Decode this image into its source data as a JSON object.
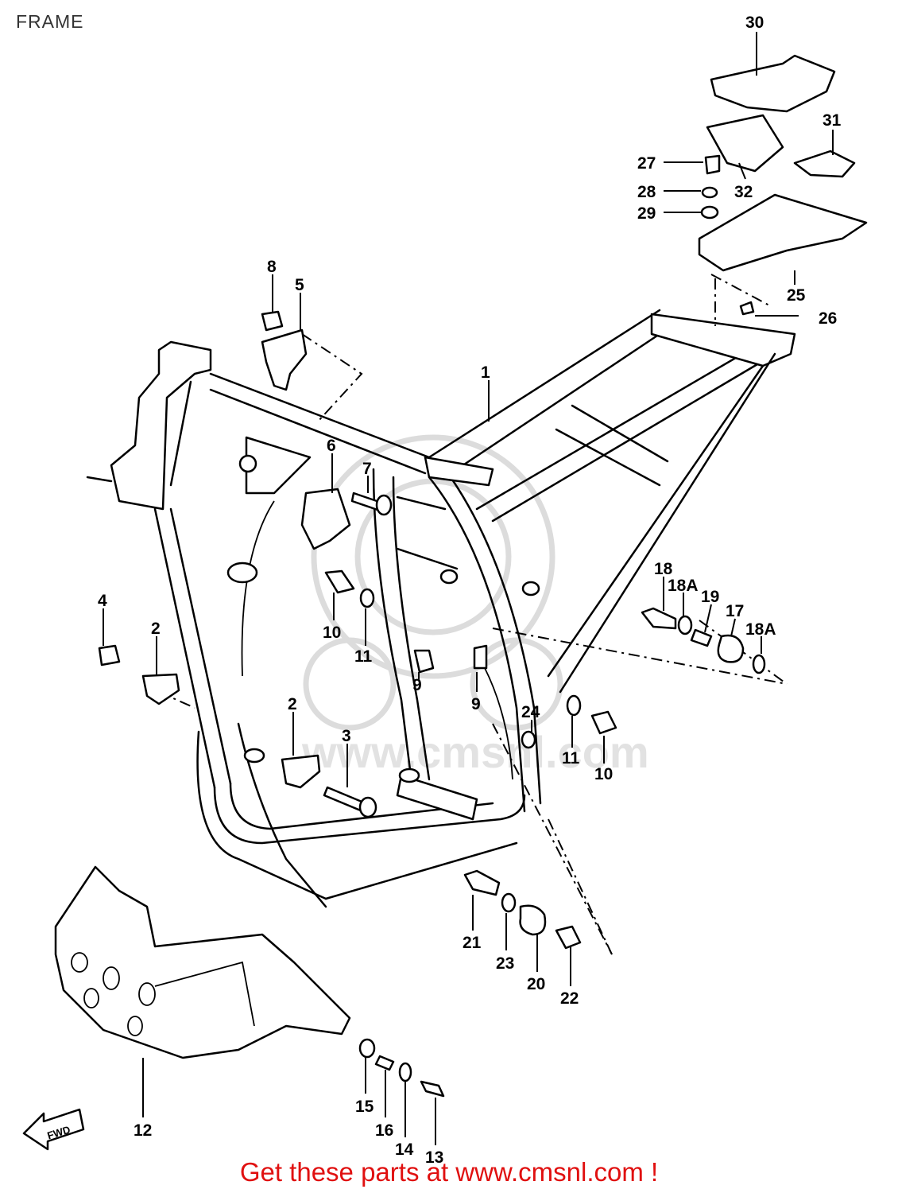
{
  "title": "FRAME",
  "watermark": "www.cmsnl.com",
  "footer": "Get these parts at www.cmsnl.com !",
  "fwd_label": "FWD",
  "colors": {
    "footer": "#e01010",
    "lines": "#000000",
    "watermark": "#dcdcdc"
  },
  "callouts": [
    {
      "id": "1",
      "label": "1"
    },
    {
      "id": "2a",
      "label": "2"
    },
    {
      "id": "2b",
      "label": "2"
    },
    {
      "id": "3",
      "label": "3"
    },
    {
      "id": "4",
      "label": "4"
    },
    {
      "id": "5",
      "label": "5"
    },
    {
      "id": "6",
      "label": "6"
    },
    {
      "id": "7",
      "label": "7"
    },
    {
      "id": "8",
      "label": "8"
    },
    {
      "id": "9a",
      "label": "9"
    },
    {
      "id": "9b",
      "label": "9"
    },
    {
      "id": "10a",
      "label": "10"
    },
    {
      "id": "10b",
      "label": "10"
    },
    {
      "id": "11a",
      "label": "11"
    },
    {
      "id": "11b",
      "label": "11"
    },
    {
      "id": "12",
      "label": "12"
    },
    {
      "id": "13",
      "label": "13"
    },
    {
      "id": "14",
      "label": "14"
    },
    {
      "id": "15",
      "label": "15"
    },
    {
      "id": "16",
      "label": "16"
    },
    {
      "id": "17",
      "label": "17"
    },
    {
      "id": "18",
      "label": "18"
    },
    {
      "id": "18A1",
      "label": "18A"
    },
    {
      "id": "18A2",
      "label": "18A"
    },
    {
      "id": "19",
      "label": "19"
    },
    {
      "id": "20",
      "label": "20"
    },
    {
      "id": "21",
      "label": "21"
    },
    {
      "id": "22",
      "label": "22"
    },
    {
      "id": "23",
      "label": "23"
    },
    {
      "id": "24",
      "label": "24"
    },
    {
      "id": "25",
      "label": "25"
    },
    {
      "id": "26",
      "label": "26"
    },
    {
      "id": "27",
      "label": "27"
    },
    {
      "id": "28",
      "label": "28"
    },
    {
      "id": "29",
      "label": "29"
    },
    {
      "id": "30",
      "label": "30"
    },
    {
      "id": "31",
      "label": "31"
    },
    {
      "id": "32",
      "label": "32"
    }
  ]
}
